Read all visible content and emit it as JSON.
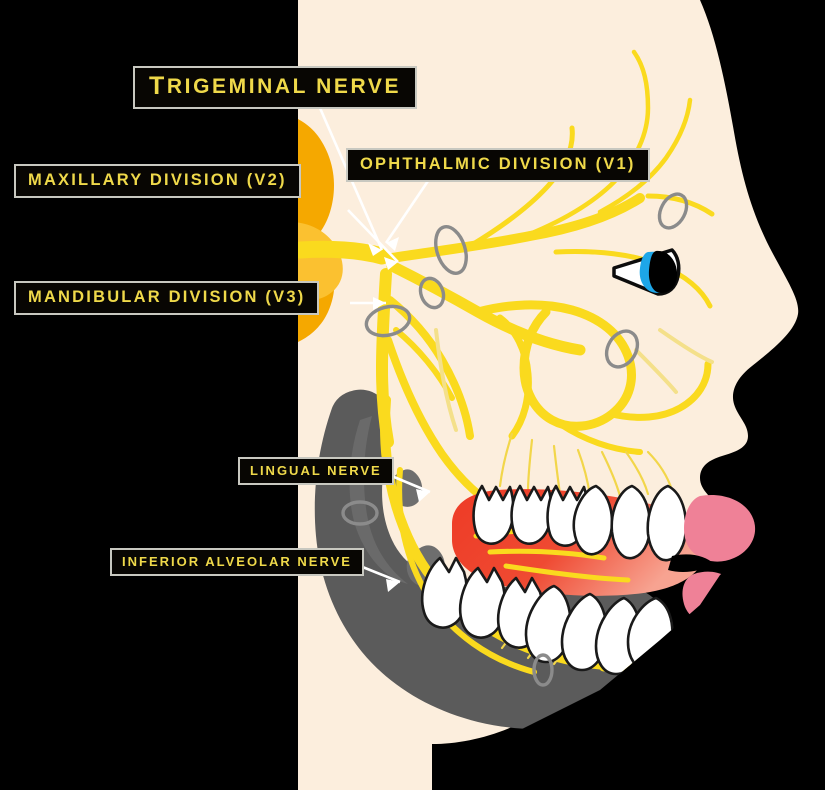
{
  "figure": {
    "title": "Trigeminal nerve",
    "subject": "lateral view of head showing trigeminal nerve divisions",
    "background_color": "#000000"
  },
  "labels": [
    {
      "id": "title",
      "text": "Trigeminal nerve",
      "first_letter": "T",
      "rest": "rigeminal nerve",
      "style": "title"
    },
    {
      "id": "v2",
      "text": "Maxillary division (V2)",
      "style": "big"
    },
    {
      "id": "v1",
      "text": "Ophthalmic division (V1)",
      "style": "big"
    },
    {
      "id": "v3",
      "text": "Mandibular division (V3)",
      "style": "big"
    },
    {
      "id": "lingual",
      "text": "Lingual nerve",
      "style": "small"
    },
    {
      "id": "ian",
      "text": "Inferior alveolar nerve",
      "style": "small"
    }
  ],
  "colors": {
    "background": "#000000",
    "skin": "#fceedd",
    "brain_orange": "#f5a800",
    "brain_orange_light": "#fbc130",
    "nerve_yellow": "#fada1e",
    "nerve_yellow_soft": "#f7e27a",
    "ganglion_yellow": "#f9d93c",
    "bone_gray": "#5b5b5b",
    "tooth_white": "#ffffff",
    "tooth_outline": "#1a1a1a",
    "tongue_red": "#ee3b26",
    "lip_pink": "#ef8197",
    "foramen_gray": "#8b8b8b",
    "label_text": "#efd94a",
    "label_fill": "#080603",
    "label_border": "#c8c8c0",
    "leader_line": "#ffffff",
    "eye_iris": "#1da6e8",
    "eye_pupil": "#000000"
  },
  "anatomy": {
    "structures": [
      "cerebrum",
      "cerebellum",
      "brainstem",
      "trigeminal ganglion",
      "mandible",
      "maxillary teeth",
      "mandibular teeth",
      "tongue",
      "lips",
      "eye"
    ],
    "nerve_branches": [
      "supraorbital nerve",
      "supratrochlear nerve",
      "lacrimal nerve",
      "infraorbital nerve",
      "superior alveolar nerves",
      "buccal nerve",
      "lingual nerve",
      "inferior alveolar nerve",
      "mental nerve"
    ],
    "foramina_count": 8
  }
}
